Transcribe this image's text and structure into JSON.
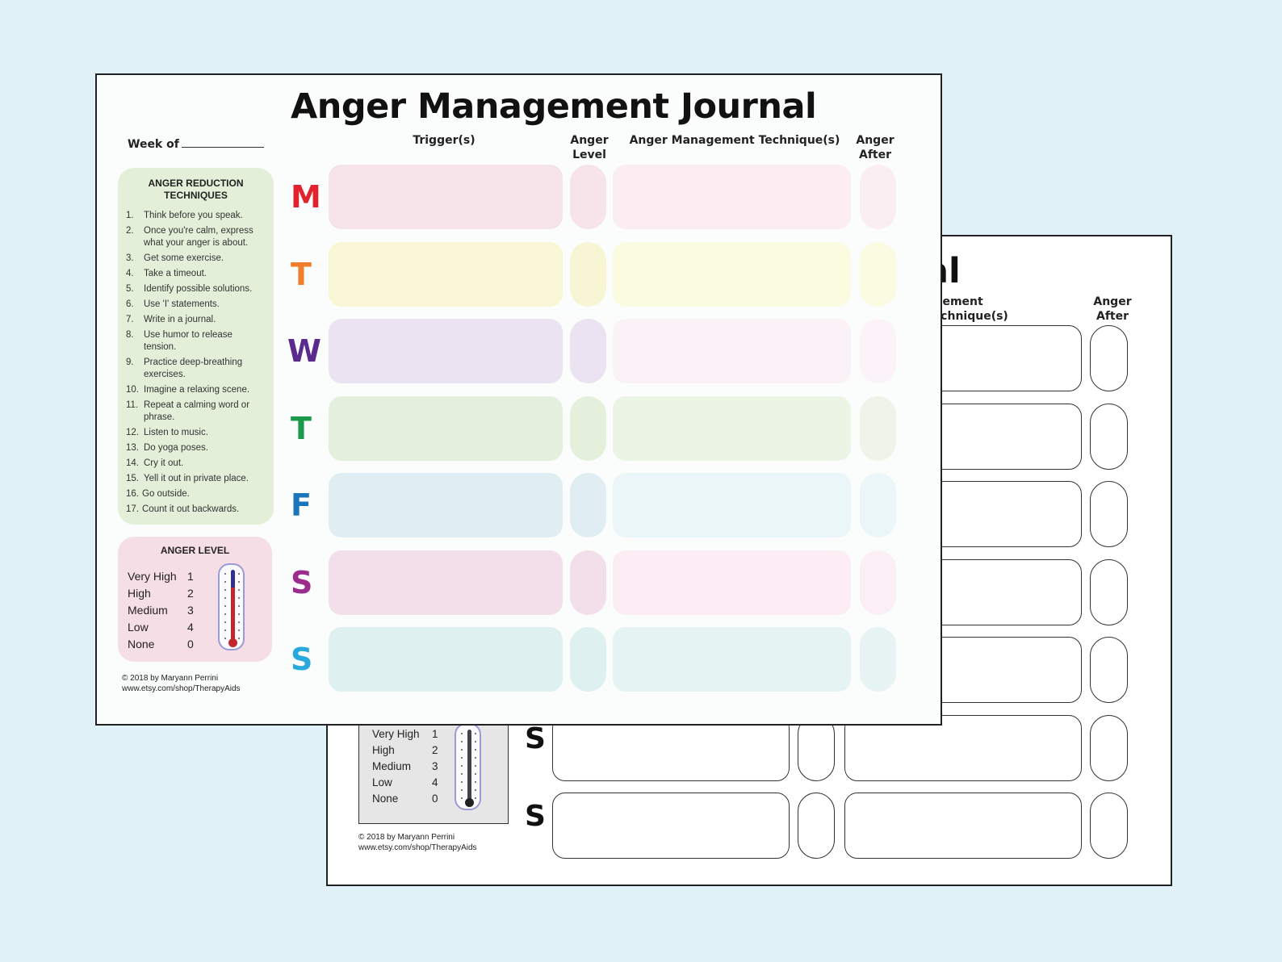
{
  "front": {
    "title": "Anger Management Journal",
    "week_label": "Week of",
    "columns": {
      "triggers": "Trigger(s)",
      "anger_level_1": "Anger",
      "anger_level_2": "Level",
      "technique": "Anger Management Technique(s)",
      "anger_after_1": "Anger",
      "anger_after_2": "After"
    },
    "days": [
      {
        "letter": "M",
        "color": "#e0232e",
        "trigger_bg": "#f7e3ea",
        "level_bg": "#f7e3ea",
        "tech_bg": "#fbedf2",
        "after_bg": "#fbeef3"
      },
      {
        "letter": "T",
        "color": "#ef7d2a",
        "trigger_bg": "#f9f6d6",
        "level_bg": "#f8f5d4",
        "tech_bg": "#fafbe1",
        "after_bg": "#fbfbe2"
      },
      {
        "letter": "W",
        "color": "#5b2a8e",
        "trigger_bg": "#ebe3f1",
        "level_bg": "#ebe3f1",
        "tech_bg": "#fbf2f7",
        "after_bg": "#fbf3f7"
      },
      {
        "letter": "T",
        "color": "#1a9a4a",
        "trigger_bg": "#e4f0dc",
        "level_bg": "#e4f0dc",
        "tech_bg": "#ebf4e5",
        "after_bg": "#eef5e8"
      },
      {
        "letter": "F",
        "color": "#1b75bb",
        "trigger_bg": "#e0eef4",
        "level_bg": "#e0eef4",
        "tech_bg": "#ebf6f9",
        "after_bg": "#ebf6f9"
      },
      {
        "letter": "S",
        "color": "#9b2d8f",
        "trigger_bg": "#f3dfe9",
        "level_bg": "#f3dfe9",
        "tech_bg": "#fbedf3",
        "after_bg": "#fbeff5"
      },
      {
        "letter": "S",
        "color": "#29a8dc",
        "trigger_bg": "#dff0f0",
        "level_bg": "#dff0f0",
        "tech_bg": "#e5f3f2",
        "after_bg": "#e7f4f3"
      }
    ],
    "techniques_title_1": "ANGER REDUCTION",
    "techniques_title_2": "TECHNIQUES",
    "techniques": [
      {
        "n": "1.",
        "text": "Think before you speak."
      },
      {
        "n": "2.",
        "text": "Once you're calm, express what your anger is about."
      },
      {
        "n": "3.",
        "text": "Get some exercise."
      },
      {
        "n": "4.",
        "text": "Take a timeout."
      },
      {
        "n": "5.",
        "text": "Identify possible solutions."
      },
      {
        "n": "6.",
        "text": "Use 'I' statements."
      },
      {
        "n": "7.",
        "text": "Write in a journal."
      },
      {
        "n": "8.",
        "text": "Use humor to release tension."
      },
      {
        "n": "9.",
        "text": "Practice deep-breathing exercises."
      },
      {
        "n": "10.",
        "text": "Imagine a relaxing scene."
      },
      {
        "n": "11.",
        "text": "Repeat a calming word or phrase."
      },
      {
        "n": "12.",
        "text": "Listen to music."
      },
      {
        "n": "13.",
        "text": "Do yoga poses."
      },
      {
        "n": "14.",
        "text": "Cry it out."
      },
      {
        "n": "15.",
        "text": "Yell it out in private place."
      },
      {
        "n": "16.",
        "text": "Go outside."
      },
      {
        "n": "17.",
        "text": "Count it out backwards."
      }
    ],
    "level_title": "ANGER LEVEL",
    "levels": [
      {
        "label": "Very High",
        "value": "1"
      },
      {
        "label": "High",
        "value": "2"
      },
      {
        "label": "Medium",
        "value": "3"
      },
      {
        "label": "Low",
        "value": "4"
      },
      {
        "label": "None",
        "value": "0"
      }
    ],
    "copyright_1": "© 2018 by Maryann Perrini",
    "copyright_2": "www.etsy.com/shop/TherapyAids",
    "thermo_colors": {
      "top": "#2e3192",
      "fill": "#c1272d"
    }
  },
  "back": {
    "title_fragment": "al",
    "technique_fragment": "agement Technique(s)",
    "anger_after_1": "Anger",
    "anger_after_2": "After",
    "day_s1": "S",
    "day_s2": "S",
    "levels": [
      {
        "label": "Very High",
        "value": "1"
      },
      {
        "label": "High",
        "value": "2"
      },
      {
        "label": "Medium",
        "value": "3"
      },
      {
        "label": "Low",
        "value": "4"
      },
      {
        "label": "None",
        "value": "0"
      }
    ],
    "copyright_1": "© 2018 by Maryann Perrini",
    "copyright_2": "www.etsy.com/shop/TherapyAids"
  }
}
